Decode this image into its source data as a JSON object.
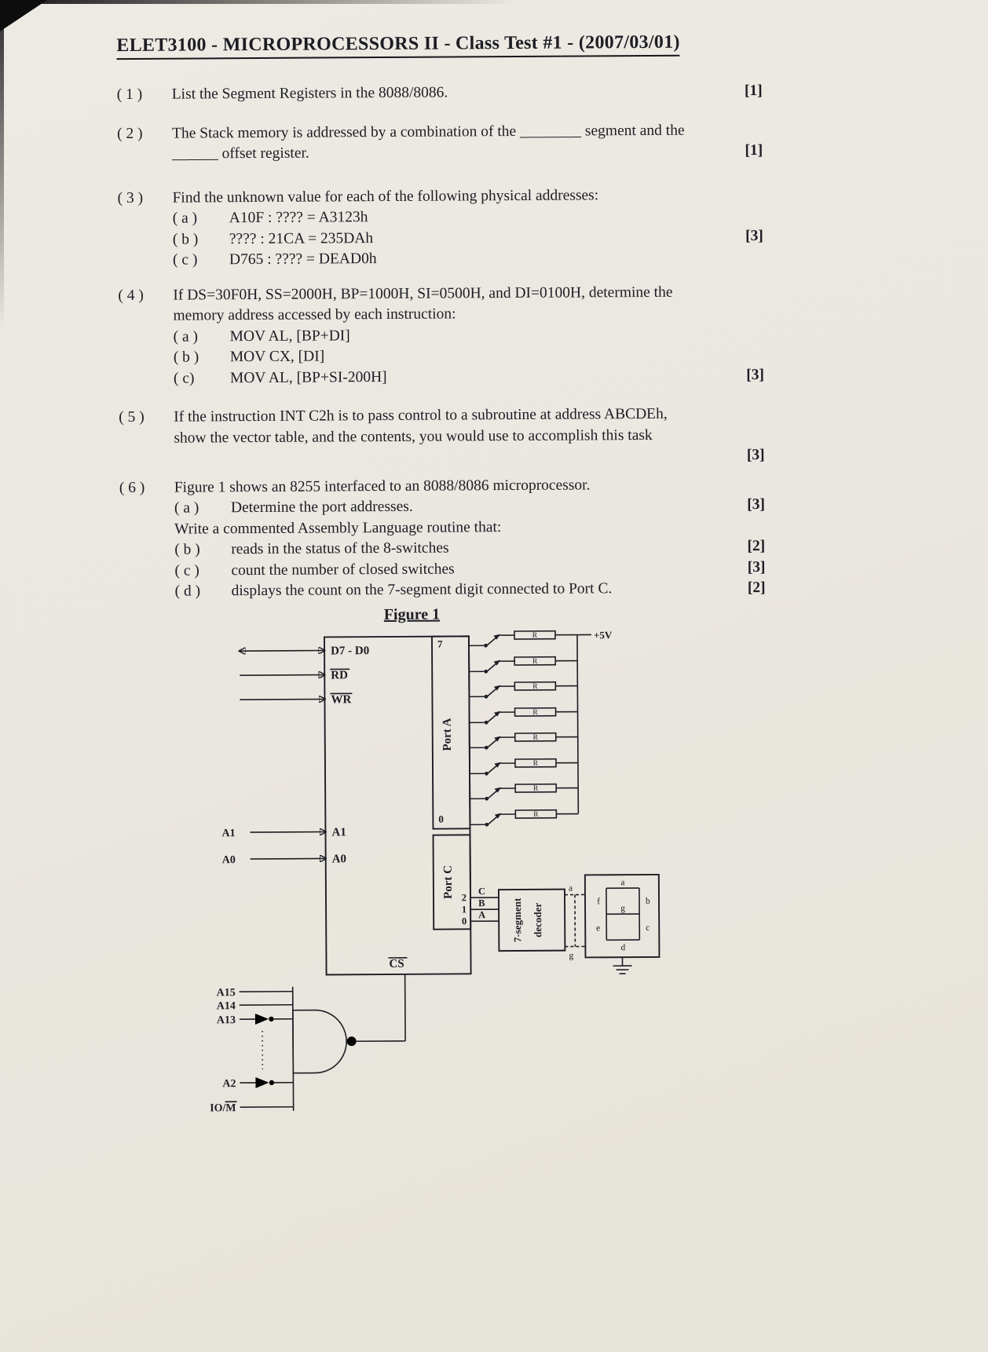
{
  "page": {
    "title": "ELET3100 - MICROPROCESSORS II - Class Test #1 - (2007/03/01)",
    "figure_heading": "Figure 1"
  },
  "questions": {
    "q1": {
      "num": "( 1 )",
      "text": "List the Segment Registers in the 8088/8086.",
      "mark": "[1]"
    },
    "q2": {
      "num": "( 2 )",
      "line1": "The Stack memory is addressed by a combination of the ________ segment and the",
      "line2": "______ offset register.",
      "mark": "[1]"
    },
    "q3": {
      "num": "( 3 )",
      "intro": "Find the unknown value for each of the following physical addresses:",
      "a_label": "( a )",
      "a": "A10F :  ???? = A3123h",
      "b_label": "( b )",
      "b": "???? : 21CA = 235DAh",
      "c_label": "( c )",
      "c": "D765 : ???? = DEAD0h",
      "mark": "[3]"
    },
    "q4": {
      "num": "( 4 )",
      "line1": "If DS=30F0H, SS=2000H, BP=1000H, SI=0500H, and DI=0100H, determine the",
      "line2": "memory address accessed by each instruction:",
      "a_label": "( a )",
      "a": "MOV  AL, [BP+DI]",
      "b_label": "( b )",
      "b": "MOV  CX, [DI]",
      "c_label": "( c)",
      "c": "MOV  AL, [BP+SI-200H]",
      "mark": "[3]"
    },
    "q5": {
      "num": "( 5 )",
      "line1": "If the instruction INT C2h is to pass control to a subroutine at address ABCDEh,",
      "line2": "show the vector table, and the contents, you would use to accomplish this task",
      "mark": "[3]"
    },
    "q6": {
      "num": "( 6 )",
      "intro": "Figure 1 shows an 8255 interfaced to an 8088/8086 microprocessor.",
      "a_label": "( a )",
      "a": "Determine the port addresses.",
      "a_mark": "[3]",
      "mid": "Write a commented Assembly Language routine that:",
      "b_label": "( b )",
      "b": "reads in the status of the 8-switches",
      "b_mark": "[2]",
      "c_label": "( c )",
      "c": "count the number of closed switches",
      "c_mark": "[3]",
      "d_label": "( d )",
      "d": "displays the count on the 7-segment digit connected to Port C.",
      "d_mark": "[2]"
    }
  },
  "figure": {
    "labels": {
      "data_bus": "D7 - D0",
      "rd": "RD",
      "wr": "WR",
      "a1_in": "A1",
      "a0_in": "A0",
      "a1_ext": "A1",
      "a0_ext": "A0",
      "cs": "CS",
      "port_a": "Port A",
      "port_c": "Port C",
      "pin7": "7",
      "pin0": "0",
      "pc2": "2",
      "pc1": "1",
      "pc0": "0",
      "sig_c": "C",
      "sig_b": "B",
      "sig_a": "A",
      "decoder_line1": "7-segment",
      "decoder_line2": "decoder",
      "vcc": "+5V",
      "resistor": "R",
      "bus_top": "a",
      "bus_bottom": "g",
      "seg_a": "a",
      "seg_b": "b",
      "seg_c": "c",
      "seg_d": "d",
      "seg_e": "e",
      "seg_f": "f",
      "seg_g": "g",
      "a15": "A15",
      "a14": "A14",
      "a13": "A13",
      "a2": "A2",
      "iom": "IO/M"
    }
  }
}
